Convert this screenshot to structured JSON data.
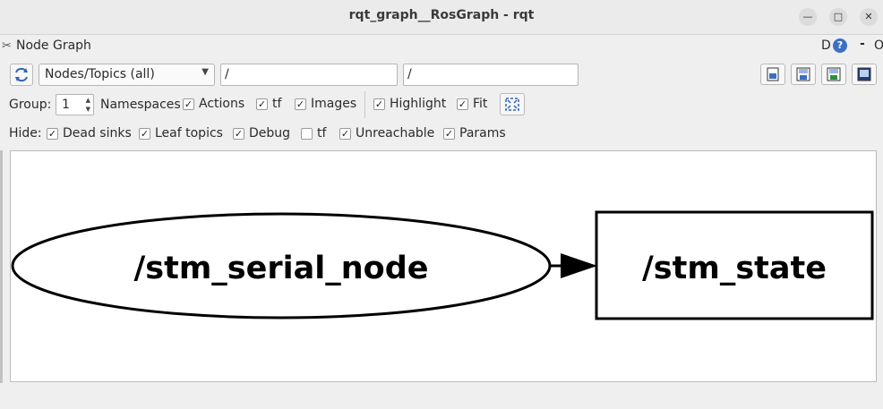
{
  "window": {
    "title": "rqt_graph__RosGraph - rqt"
  },
  "plugin": {
    "title": "Node Graph",
    "d_label": "D",
    "help": "?",
    "dash": "-",
    "o_label": "O"
  },
  "toolbar": {
    "refresh_icon": "refresh-icon",
    "mode_select": "Nodes/Topics (all)",
    "node_filter": "/",
    "topic_filter": "/",
    "buttons": [
      "load-dot-icon",
      "save-dot-icon",
      "save-svg-icon",
      "save-image-icon"
    ]
  },
  "options": {
    "group_label": "Group:",
    "group_value": "1",
    "namespaces": "Namespaces",
    "checks": [
      {
        "label": "Actions",
        "checked": true
      },
      {
        "label": "tf",
        "checked": true
      },
      {
        "label": "Images",
        "checked": true
      },
      {
        "label": "Highlight",
        "checked": true
      },
      {
        "label": "Fit",
        "checked": true
      }
    ]
  },
  "hide": {
    "label": "Hide:",
    "checks": [
      {
        "label": "Dead sinks",
        "checked": true
      },
      {
        "label": "Leaf topics",
        "checked": true
      },
      {
        "label": "Debug",
        "checked": true
      },
      {
        "label": "tf",
        "checked": false
      },
      {
        "label": "Unreachable",
        "checked": true
      },
      {
        "label": "Params",
        "checked": true
      }
    ]
  },
  "graph": {
    "node": "/stm_serial_node",
    "topic": "/stm_state"
  },
  "colors": {
    "stroke": "#000000",
    "help_blue": "#3c6fc4"
  }
}
